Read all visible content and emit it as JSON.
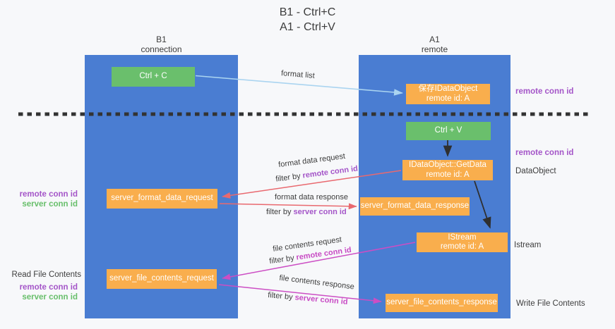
{
  "title": {
    "line1": "B1 - Ctrl+C",
    "line2": "A1 - Ctrl+V"
  },
  "lanes": {
    "left": {
      "name": "B1",
      "subtitle": "connection"
    },
    "right": {
      "name": "A1",
      "subtitle": "remote"
    }
  },
  "nodes": {
    "ctrl_c": {
      "label": "Ctrl + C"
    },
    "ctrl_v": {
      "label": "Ctrl + V"
    },
    "save_dataobject": {
      "line1": "保存IDataObject",
      "line2": "remote id: A"
    },
    "getdata": {
      "line1": "IDataObject::GetData",
      "line2": "remote id: A"
    },
    "istream": {
      "line1": "IStream",
      "line2": "remote id: A"
    },
    "format_request": {
      "label": "server_format_data_request"
    },
    "format_response": {
      "label": "server_format_data_response"
    },
    "file_request": {
      "label": "server_file_contents_request"
    },
    "file_response": {
      "label": "server_file_contents_response"
    }
  },
  "edges": {
    "format_list": "format list",
    "format_data_request": "format data request",
    "format_data_response": "format data response",
    "file_contents_request": "file contents request",
    "file_contents_response": "file contents response",
    "filter_by": "filter by",
    "remote_conn_id": "remote conn id",
    "server_conn_id": "server conn id"
  },
  "annotations": {
    "remote_conn_id": "remote conn id",
    "server_conn_id": "server conn id",
    "dataobject": "DataObject",
    "istream": "Istream",
    "read_file_contents": "Read File Contents",
    "write_file_contents": "Write File Contents"
  },
  "colors": {
    "lane_blue": "#4a7dd2",
    "node_green": "#6abf6c",
    "node_orange": "#f9ae4d",
    "arrow_red": "#e9696f",
    "arrow_magenta": "#cc4ec4",
    "arrow_light_blue": "#aad4f0",
    "arrow_black": "#2f2f2f",
    "text_purple": "#a455c8",
    "text_green": "#68bf6b",
    "text_dark": "#3d3d3d"
  }
}
